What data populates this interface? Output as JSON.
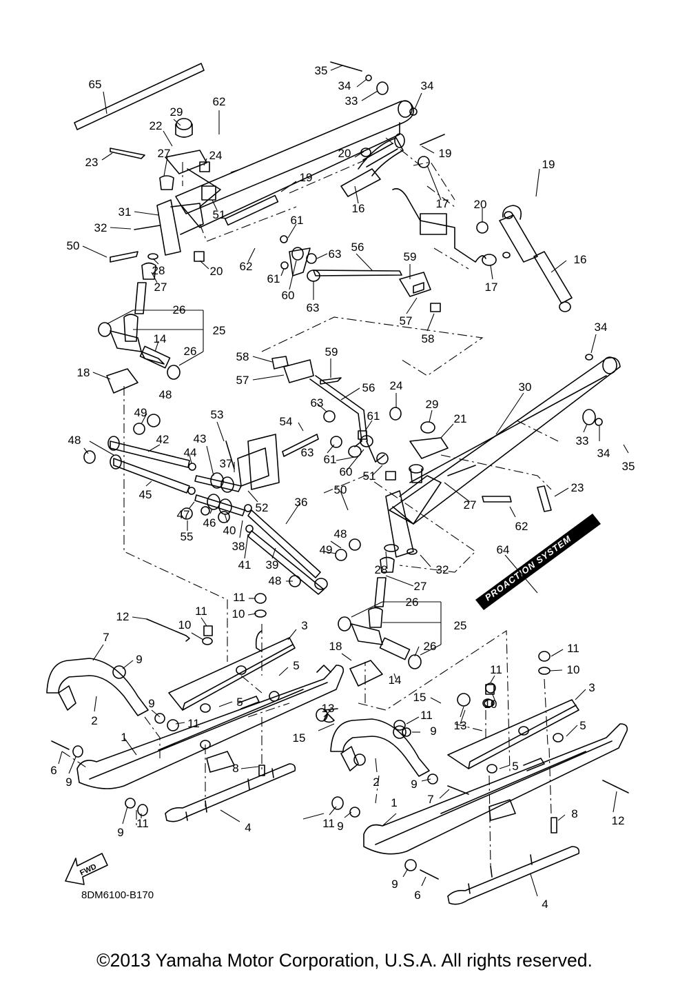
{
  "diagram_code": "8DM6100-B170",
  "fwd_label": "FWD",
  "sticker_text": "PROACTION SYSTEM",
  "copyright": "©2013 Yamaha Motor Corporation, U.S.A. All rights reserved.",
  "callouts": [
    {
      "id": "c65",
      "text": "65"
    },
    {
      "id": "c62a",
      "text": "62"
    },
    {
      "id": "c35a",
      "text": "35"
    },
    {
      "id": "c34a",
      "text": "34"
    },
    {
      "id": "c33a",
      "text": "33"
    },
    {
      "id": "c34b",
      "text": "34"
    },
    {
      "id": "c29a",
      "text": "29"
    },
    {
      "id": "c22",
      "text": "22"
    },
    {
      "id": "c23a",
      "text": "23"
    },
    {
      "id": "c24a",
      "text": "24"
    },
    {
      "id": "c20a",
      "text": "20"
    },
    {
      "id": "c19a",
      "text": "19"
    },
    {
      "id": "c27a",
      "text": "27"
    },
    {
      "id": "c19b",
      "text": "19"
    },
    {
      "id": "c19c",
      "text": "19"
    },
    {
      "id": "c31",
      "text": "31"
    },
    {
      "id": "c51a",
      "text": "51"
    },
    {
      "id": "c16a",
      "text": "16"
    },
    {
      "id": "c17a",
      "text": "17"
    },
    {
      "id": "c20b",
      "text": "20"
    },
    {
      "id": "c32a",
      "text": "32"
    },
    {
      "id": "c61a",
      "text": "61"
    },
    {
      "id": "c63a",
      "text": "63"
    },
    {
      "id": "c50a",
      "text": "50"
    },
    {
      "id": "c62b",
      "text": "62"
    },
    {
      "id": "c56a",
      "text": "56"
    },
    {
      "id": "c28a",
      "text": "28"
    },
    {
      "id": "c20c",
      "text": "20"
    },
    {
      "id": "c61b",
      "text": "61"
    },
    {
      "id": "c59a",
      "text": "59"
    },
    {
      "id": "c16b",
      "text": "16"
    },
    {
      "id": "c27b",
      "text": "27"
    },
    {
      "id": "c60a",
      "text": "60"
    },
    {
      "id": "c17b",
      "text": "17"
    },
    {
      "id": "c63b",
      "text": "63"
    },
    {
      "id": "c26a",
      "text": "26"
    },
    {
      "id": "c57a",
      "text": "57"
    },
    {
      "id": "c25a",
      "text": "25"
    },
    {
      "id": "c58a",
      "text": "58"
    },
    {
      "id": "c14a",
      "text": "14"
    },
    {
      "id": "c26b",
      "text": "26"
    },
    {
      "id": "c34c",
      "text": "34"
    },
    {
      "id": "c58b",
      "text": "58"
    },
    {
      "id": "c59b",
      "text": "59"
    },
    {
      "id": "c18a",
      "text": "18"
    },
    {
      "id": "c57b",
      "text": "57"
    },
    {
      "id": "c56b",
      "text": "56"
    },
    {
      "id": "c30",
      "text": "30"
    },
    {
      "id": "c48a",
      "text": "48"
    },
    {
      "id": "c24b",
      "text": "24"
    },
    {
      "id": "c29b",
      "text": "29"
    },
    {
      "id": "c49a",
      "text": "49"
    },
    {
      "id": "c53",
      "text": "53"
    },
    {
      "id": "c63c",
      "text": "63"
    },
    {
      "id": "c21",
      "text": "21"
    },
    {
      "id": "c33b",
      "text": "33"
    },
    {
      "id": "c54",
      "text": "54"
    },
    {
      "id": "c61c",
      "text": "61"
    },
    {
      "id": "c48b",
      "text": "48"
    },
    {
      "id": "c42",
      "text": "42"
    },
    {
      "id": "c43",
      "text": "43"
    },
    {
      "id": "c34d",
      "text": "34"
    },
    {
      "id": "c35b",
      "text": "35"
    },
    {
      "id": "c44",
      "text": "44"
    },
    {
      "id": "c63d",
      "text": "63"
    },
    {
      "id": "c61d",
      "text": "61"
    },
    {
      "id": "c37",
      "text": "37"
    },
    {
      "id": "c60b",
      "text": "60"
    },
    {
      "id": "c51b",
      "text": "51"
    },
    {
      "id": "c23b",
      "text": "23"
    },
    {
      "id": "c45",
      "text": "45"
    },
    {
      "id": "c50b",
      "text": "50"
    },
    {
      "id": "c27c",
      "text": "27"
    },
    {
      "id": "c52",
      "text": "52"
    },
    {
      "id": "c36",
      "text": "36"
    },
    {
      "id": "c47",
      "text": "47"
    },
    {
      "id": "c62c",
      "text": "62"
    },
    {
      "id": "c46",
      "text": "46"
    },
    {
      "id": "c40",
      "text": "40"
    },
    {
      "id": "c55",
      "text": "55"
    },
    {
      "id": "c48c",
      "text": "48"
    },
    {
      "id": "c38",
      "text": "38"
    },
    {
      "id": "c49b",
      "text": "49"
    },
    {
      "id": "c64",
      "text": "64"
    },
    {
      "id": "c41",
      "text": "41"
    },
    {
      "id": "c39",
      "text": "39"
    },
    {
      "id": "c28b",
      "text": "28"
    },
    {
      "id": "c32b",
      "text": "32"
    },
    {
      "id": "c48d",
      "text": "48"
    },
    {
      "id": "c27d",
      "text": "27"
    },
    {
      "id": "c11a",
      "text": "11"
    },
    {
      "id": "c26c",
      "text": "26"
    },
    {
      "id": "c10a",
      "text": "10"
    },
    {
      "id": "c12a",
      "text": "12"
    },
    {
      "id": "c11b",
      "text": "11"
    },
    {
      "id": "c25b",
      "text": "25"
    },
    {
      "id": "c10b",
      "text": "10"
    },
    {
      "id": "c3a",
      "text": "3"
    },
    {
      "id": "c26d",
      "text": "26"
    },
    {
      "id": "c7a",
      "text": "7"
    },
    {
      "id": "c9a",
      "text": "9"
    },
    {
      "id": "c18b",
      "text": "18"
    },
    {
      "id": "c11c",
      "text": "11"
    },
    {
      "id": "c5a",
      "text": "5"
    },
    {
      "id": "c10c",
      "text": "10"
    },
    {
      "id": "c14b",
      "text": "14"
    },
    {
      "id": "c11d",
      "text": "11"
    },
    {
      "id": "c15a",
      "text": "15"
    },
    {
      "id": "c3b",
      "text": "3"
    },
    {
      "id": "c9b",
      "text": "9"
    },
    {
      "id": "c10d",
      "text": "10"
    },
    {
      "id": "c5b",
      "text": "5"
    },
    {
      "id": "c2a",
      "text": "2"
    },
    {
      "id": "c11e",
      "text": "11"
    },
    {
      "id": "c13a",
      "text": "13"
    },
    {
      "id": "c11f",
      "text": "11"
    },
    {
      "id": "c15b",
      "text": "15"
    },
    {
      "id": "c9c",
      "text": "9"
    },
    {
      "id": "c13b",
      "text": "13"
    },
    {
      "id": "c5c",
      "text": "5"
    },
    {
      "id": "c1a",
      "text": "1"
    },
    {
      "id": "c6a",
      "text": "6"
    },
    {
      "id": "c9d",
      "text": "9"
    },
    {
      "id": "c8a",
      "text": "8"
    },
    {
      "id": "c5d",
      "text": "5"
    },
    {
      "id": "c2b",
      "text": "2"
    },
    {
      "id": "c9e",
      "text": "9"
    },
    {
      "id": "c7b",
      "text": "7"
    },
    {
      "id": "c12b",
      "text": "12"
    },
    {
      "id": "c9f",
      "text": "9"
    },
    {
      "id": "c11g",
      "text": "11"
    },
    {
      "id": "c4a",
      "text": "4"
    },
    {
      "id": "c11h",
      "text": "11"
    },
    {
      "id": "c1b",
      "text": "1"
    },
    {
      "id": "c8b",
      "text": "8"
    },
    {
      "id": "c9g",
      "text": "9"
    },
    {
      "id": "c9h",
      "text": "9"
    },
    {
      "id": "c6b",
      "text": "6"
    },
    {
      "id": "c4b",
      "text": "4"
    }
  ]
}
